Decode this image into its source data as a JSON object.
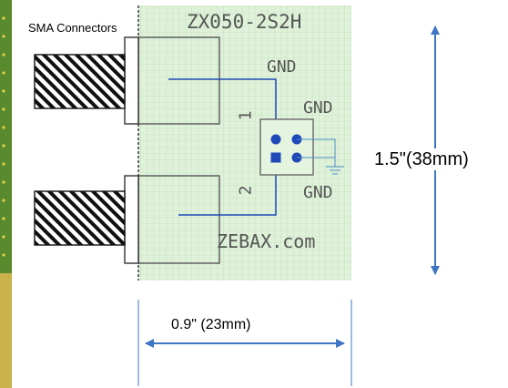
{
  "connectors_label": "SMA Connectors",
  "part_number": "ZX050-2S2H",
  "pin_labels": {
    "gnd_top": "GND",
    "gnd_right_top": "GND",
    "gnd_right_bottom": "GND",
    "pin1": "1",
    "pin2": "2"
  },
  "brand": "ZEBAX.com",
  "dimensions": {
    "height": "1.5\"(38mm)",
    "width": "0.9\" (23mm)"
  },
  "colors": {
    "board": "#dff2d9",
    "grid": "#b5d8b5",
    "outline": "#686868",
    "trace": "#1f49b8",
    "arrow": "#3e74c4",
    "ground_trace": "#4d8fc9"
  }
}
